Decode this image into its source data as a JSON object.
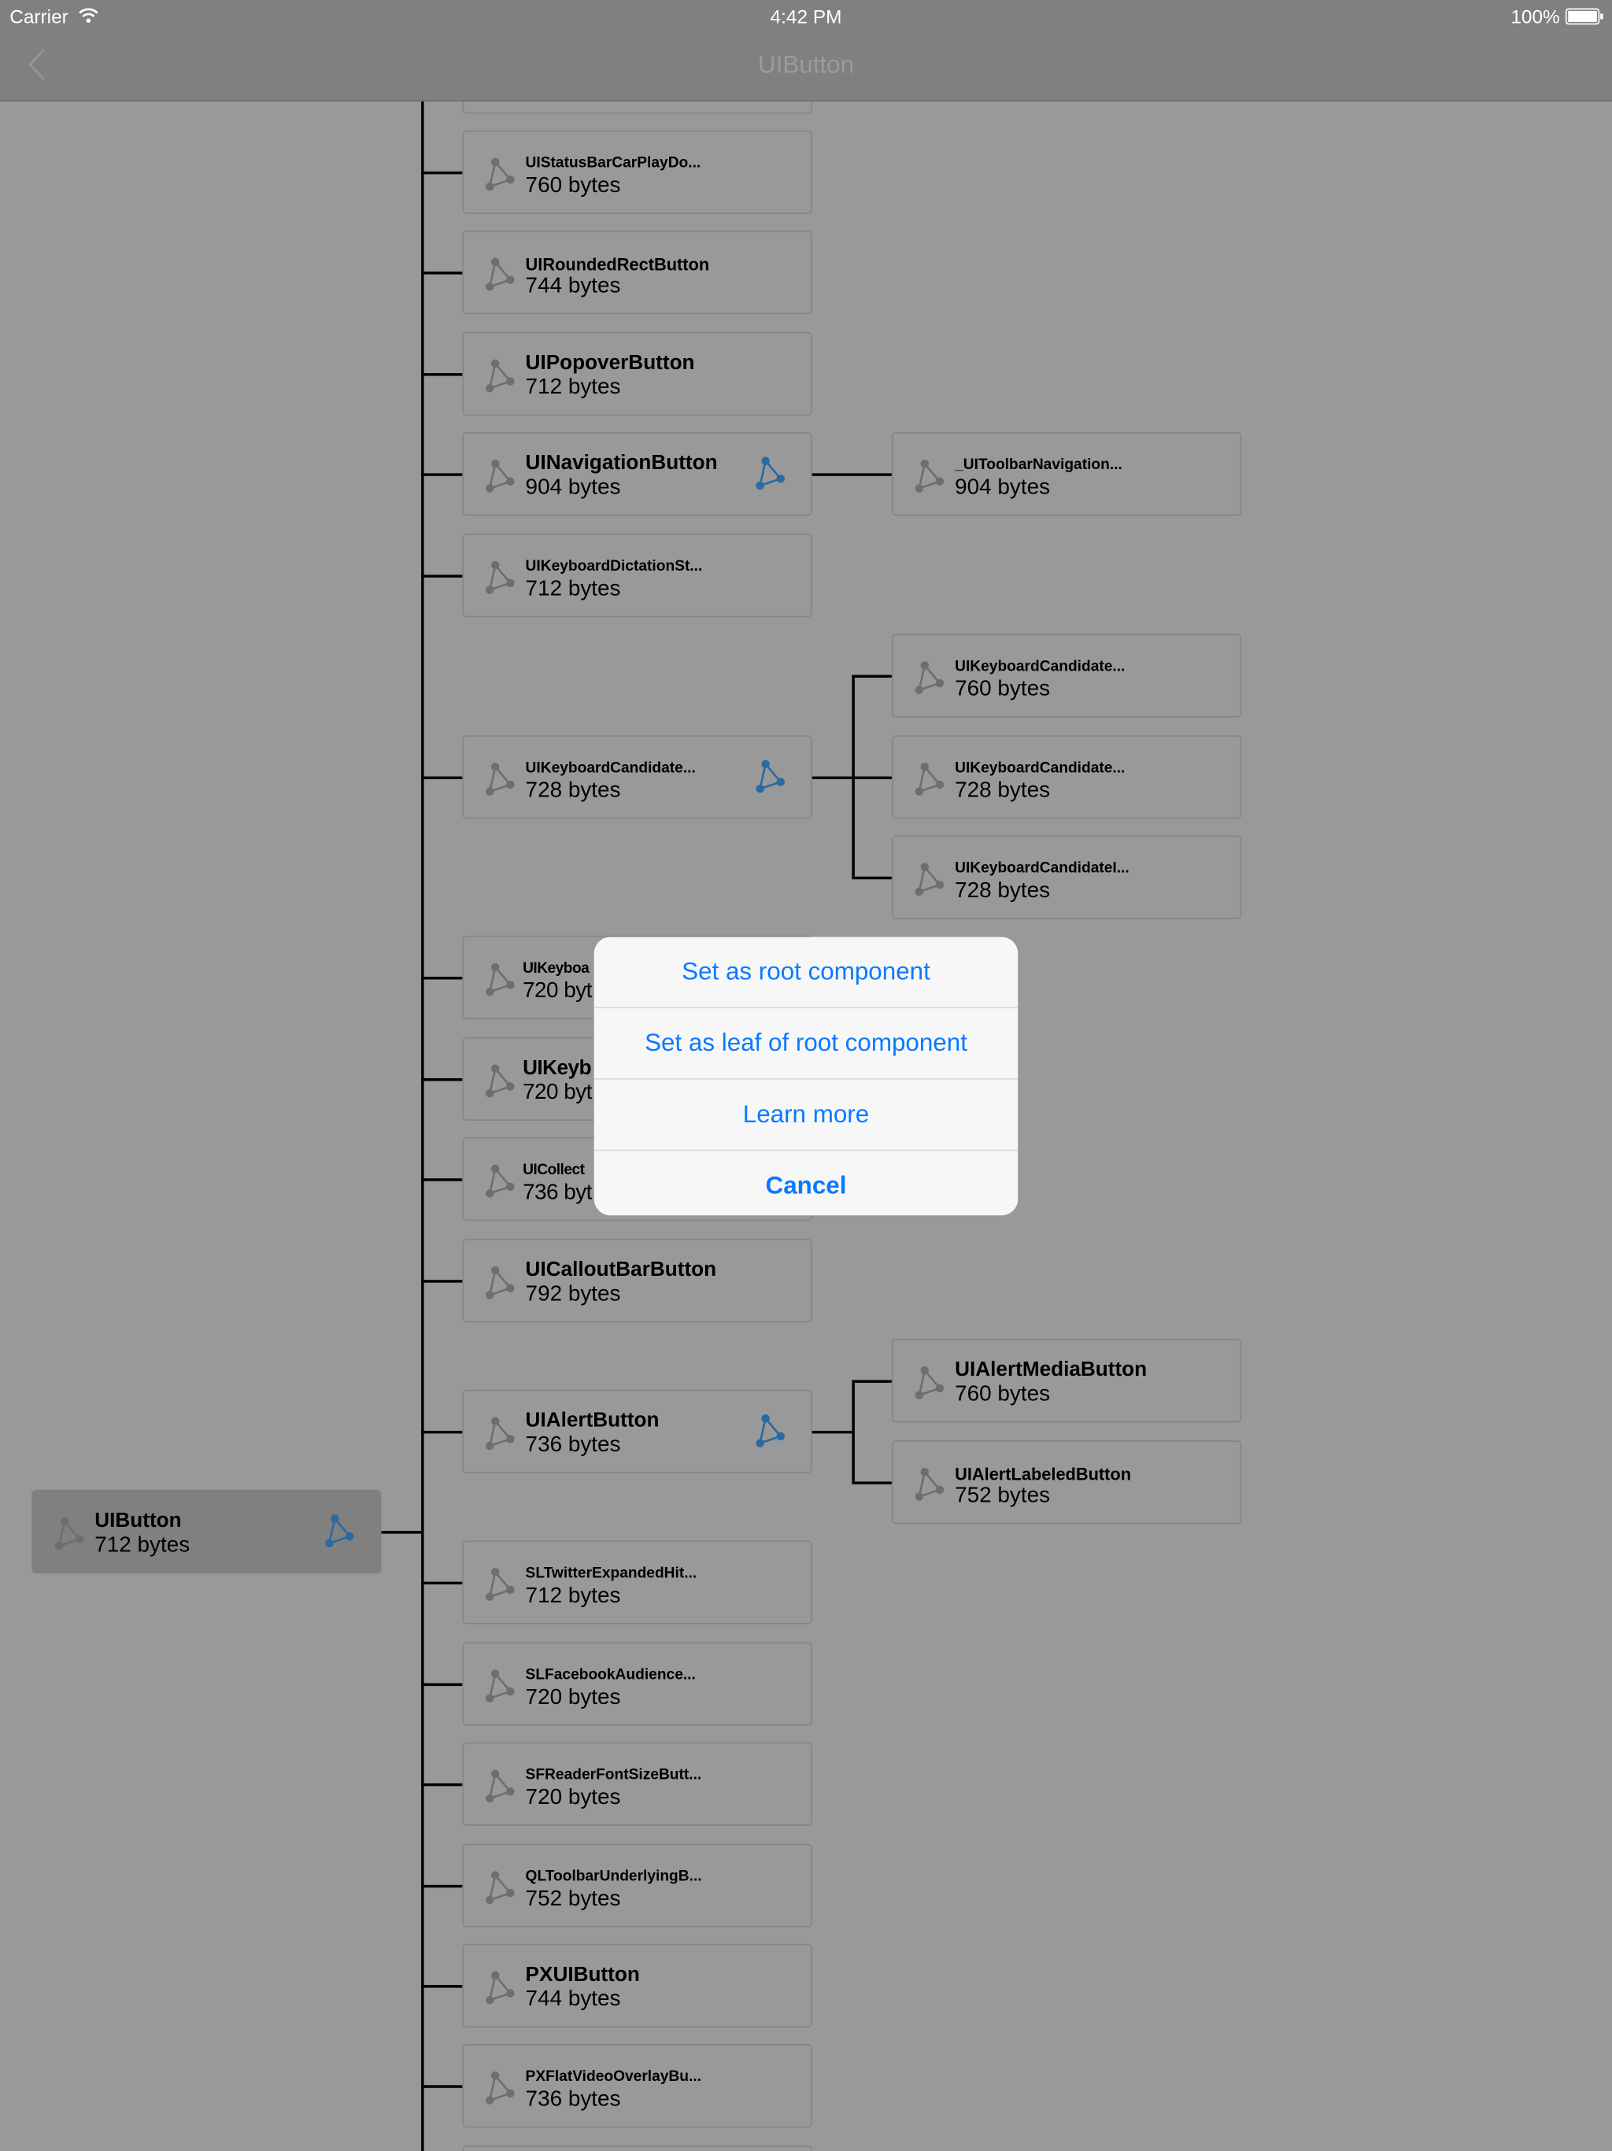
{
  "status_bar": {
    "carrier": "Carrier",
    "time": "4:42 PM",
    "battery": "100%"
  },
  "nav": {
    "title": "UIButton",
    "back_icon": "chevron-left-icon"
  },
  "colors": {
    "accent": "#0a7aff",
    "hierarchy_icon_active": "#2a6aa0",
    "hierarchy_icon_inactive": "#6e6e6e"
  },
  "root": {
    "name": "UIButton",
    "size": "712 bytes"
  },
  "children": [
    {
      "name": "",
      "size": ""
    },
    {
      "name": "UIStatusBarCarPlayDo...",
      "size": "760 bytes"
    },
    {
      "name": "UIRoundedRectButton",
      "size": "744 bytes"
    },
    {
      "name": "UIPopoverButton",
      "size": "712 bytes"
    },
    {
      "name": "UINavigationButton",
      "size": "904 bytes",
      "expandable": true,
      "children": [
        {
          "name": "_UIToolbarNavigation...",
          "size": "904 bytes"
        }
      ]
    },
    {
      "name": "UIKeyboardDictationSt...",
      "size": "712 bytes"
    },
    {
      "name": "UIKeyboardCandidate...",
      "size": "728 bytes",
      "expandable": true,
      "children": [
        {
          "name": "UIKeyboardCandidate...",
          "size": "760 bytes"
        },
        {
          "name": "UIKeyboardCandidate...",
          "size": "728 bytes"
        },
        {
          "name": "UIKeyboardCandidateI...",
          "size": "728 bytes"
        }
      ]
    },
    {
      "name": "UIKeyboa",
      "size": "720 byt"
    },
    {
      "name": "UIKeyb",
      "size": "720 byt"
    },
    {
      "name": "UICollect",
      "size": "736 byt"
    },
    {
      "name": "UICalloutBarButton",
      "size": "792 bytes"
    },
    {
      "name": "UIAlertButton",
      "size": "736 bytes",
      "expandable": true,
      "children": [
        {
          "name": "UIAlertMediaButton",
          "size": "760 bytes"
        },
        {
          "name": "UIAlertLabeledButton",
          "size": "752 bytes"
        }
      ]
    },
    {
      "name": "SLTwitterExpandedHit...",
      "size": "712 bytes"
    },
    {
      "name": "SLFacebookAudience...",
      "size": "720 bytes"
    },
    {
      "name": "SFReaderFontSizeButt...",
      "size": "720 bytes"
    },
    {
      "name": "QLToolbarUnderlyingB...",
      "size": "752 bytes"
    },
    {
      "name": "PXUIButton",
      "size": "744 bytes"
    },
    {
      "name": "PXFlatVideoOverlayBu...",
      "size": "736 bytes"
    },
    {
      "name": "",
      "size": ""
    }
  ],
  "action_sheet": {
    "items": [
      "Set as root component",
      "Set as leaf of root component",
      "Learn more"
    ],
    "cancel": "Cancel"
  }
}
